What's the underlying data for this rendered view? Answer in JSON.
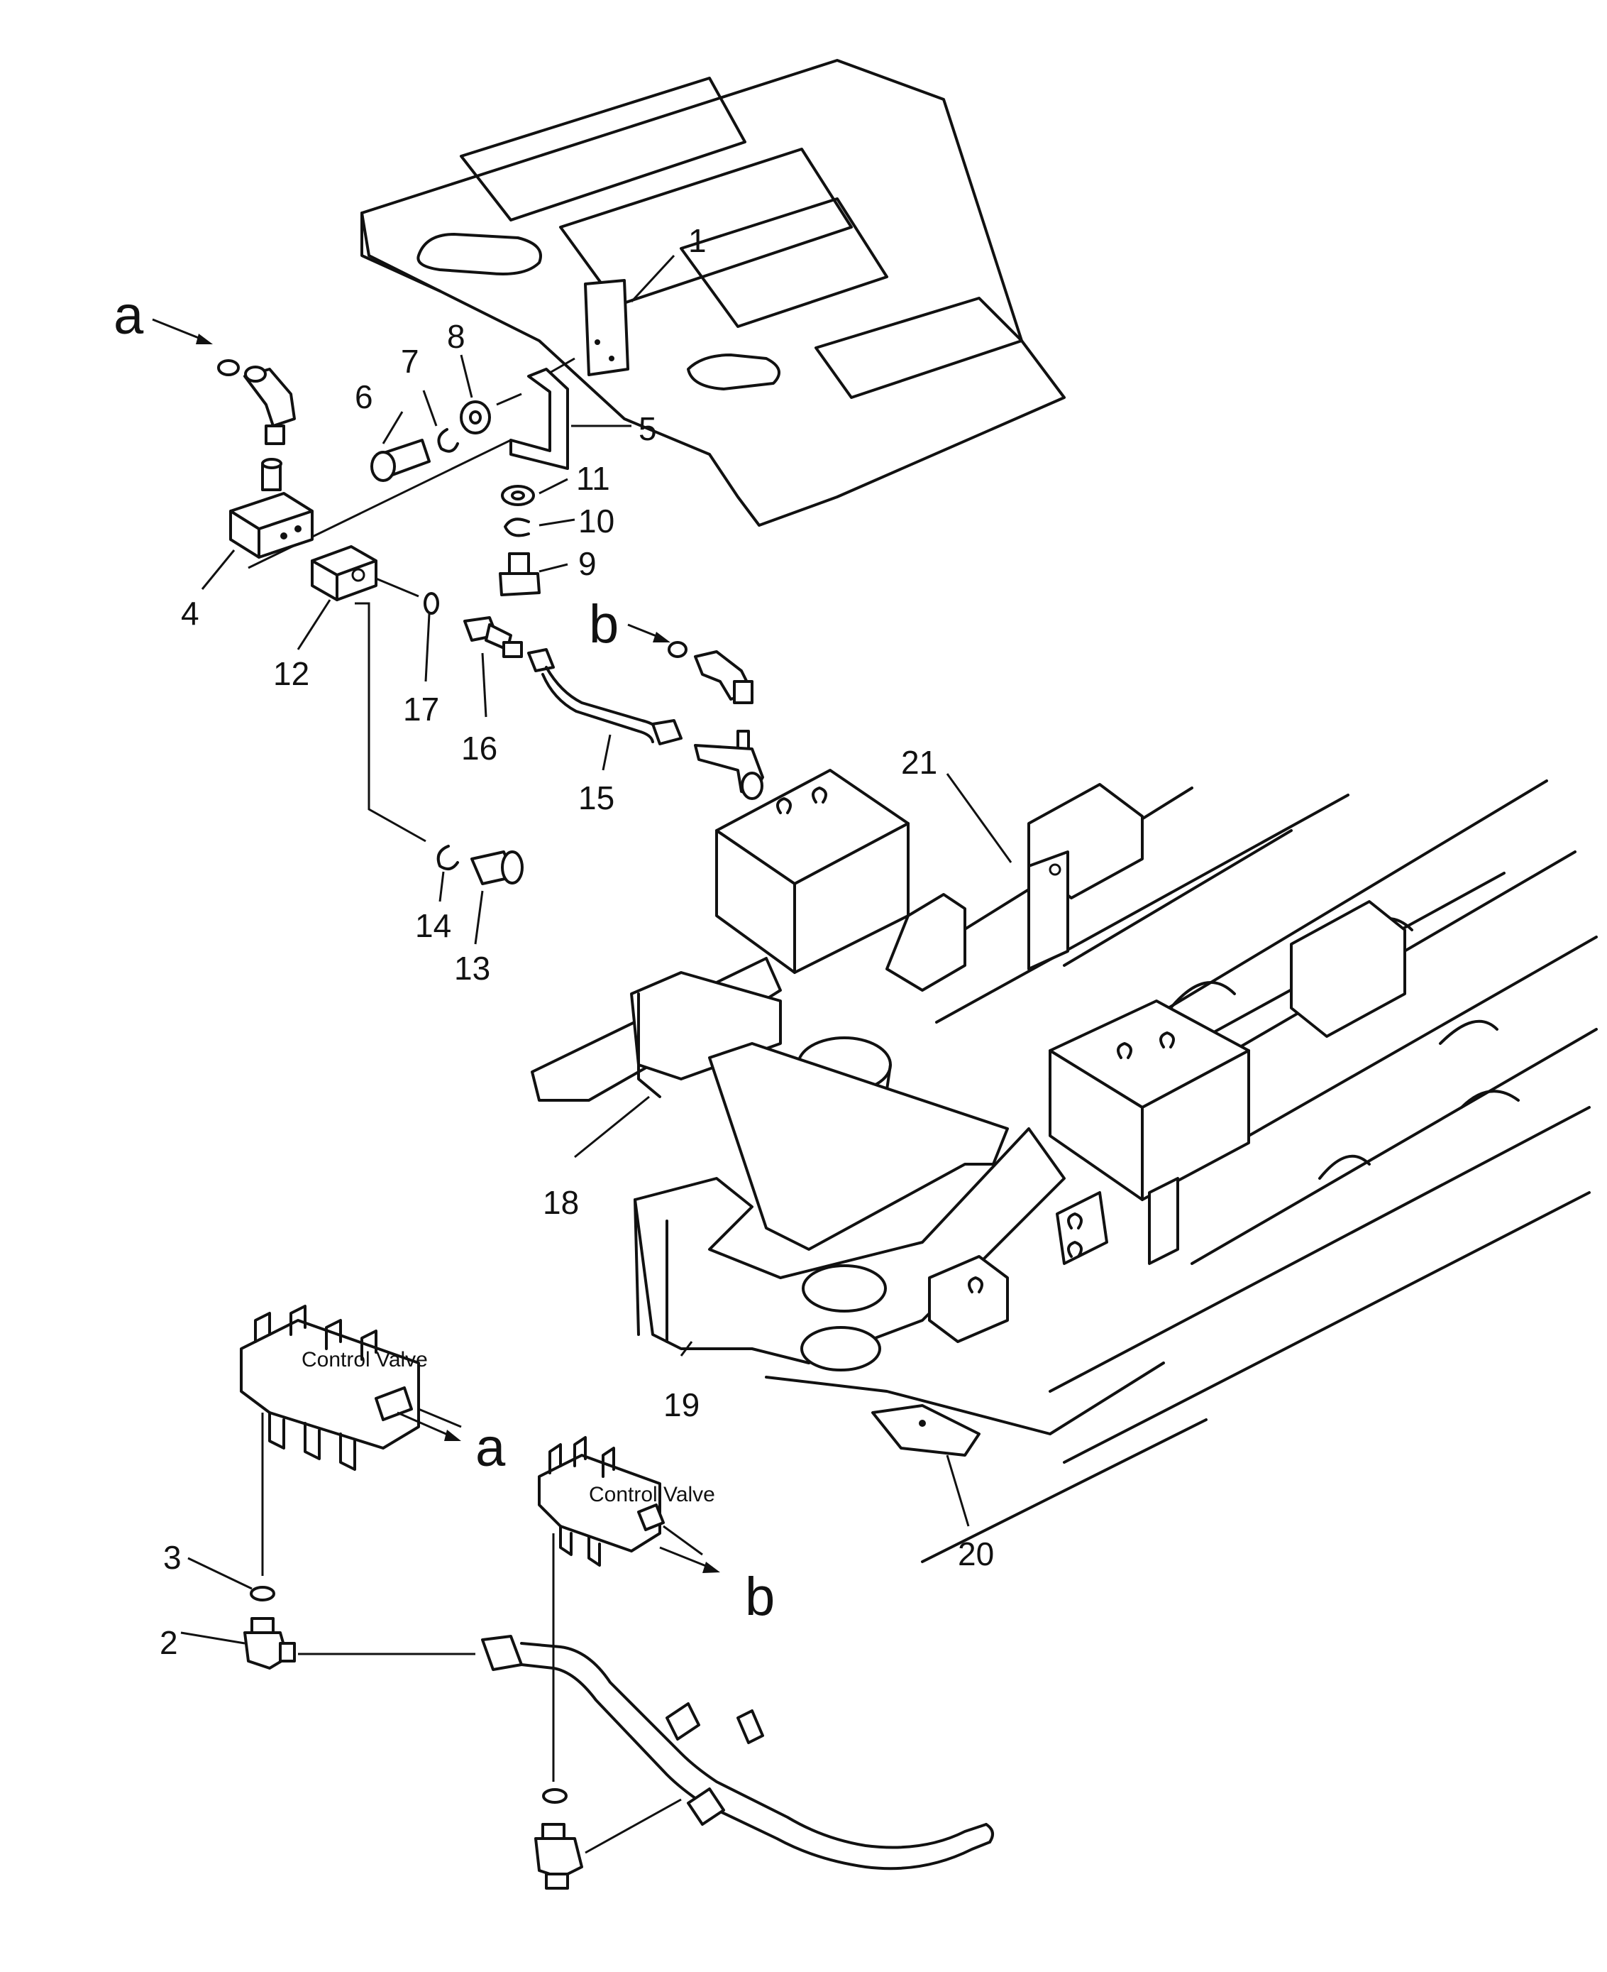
{
  "callouts": [
    {
      "id": "1",
      "text": "1"
    },
    {
      "id": "2",
      "text": "2"
    },
    {
      "id": "3",
      "text": "3"
    },
    {
      "id": "4",
      "text": "4"
    },
    {
      "id": "5",
      "text": "5"
    },
    {
      "id": "6",
      "text": "6"
    },
    {
      "id": "7",
      "text": "7"
    },
    {
      "id": "8",
      "text": "8"
    },
    {
      "id": "9",
      "text": "9"
    },
    {
      "id": "10",
      "text": "10"
    },
    {
      "id": "11",
      "text": "11"
    },
    {
      "id": "12",
      "text": "12"
    },
    {
      "id": "13",
      "text": "13"
    },
    {
      "id": "14",
      "text": "14"
    },
    {
      "id": "15",
      "text": "15"
    },
    {
      "id": "16",
      "text": "16"
    },
    {
      "id": "17",
      "text": "17"
    },
    {
      "id": "18",
      "text": "18"
    },
    {
      "id": "19",
      "text": "19"
    },
    {
      "id": "20",
      "text": "20"
    },
    {
      "id": "21",
      "text": "21"
    }
  ],
  "connection_markers": {
    "a_top": "a",
    "b_top": "b",
    "a_valve": "a",
    "b_valve": "b"
  },
  "control_valve_labels": {
    "left": "Control Valve",
    "right": "Control Valve"
  }
}
